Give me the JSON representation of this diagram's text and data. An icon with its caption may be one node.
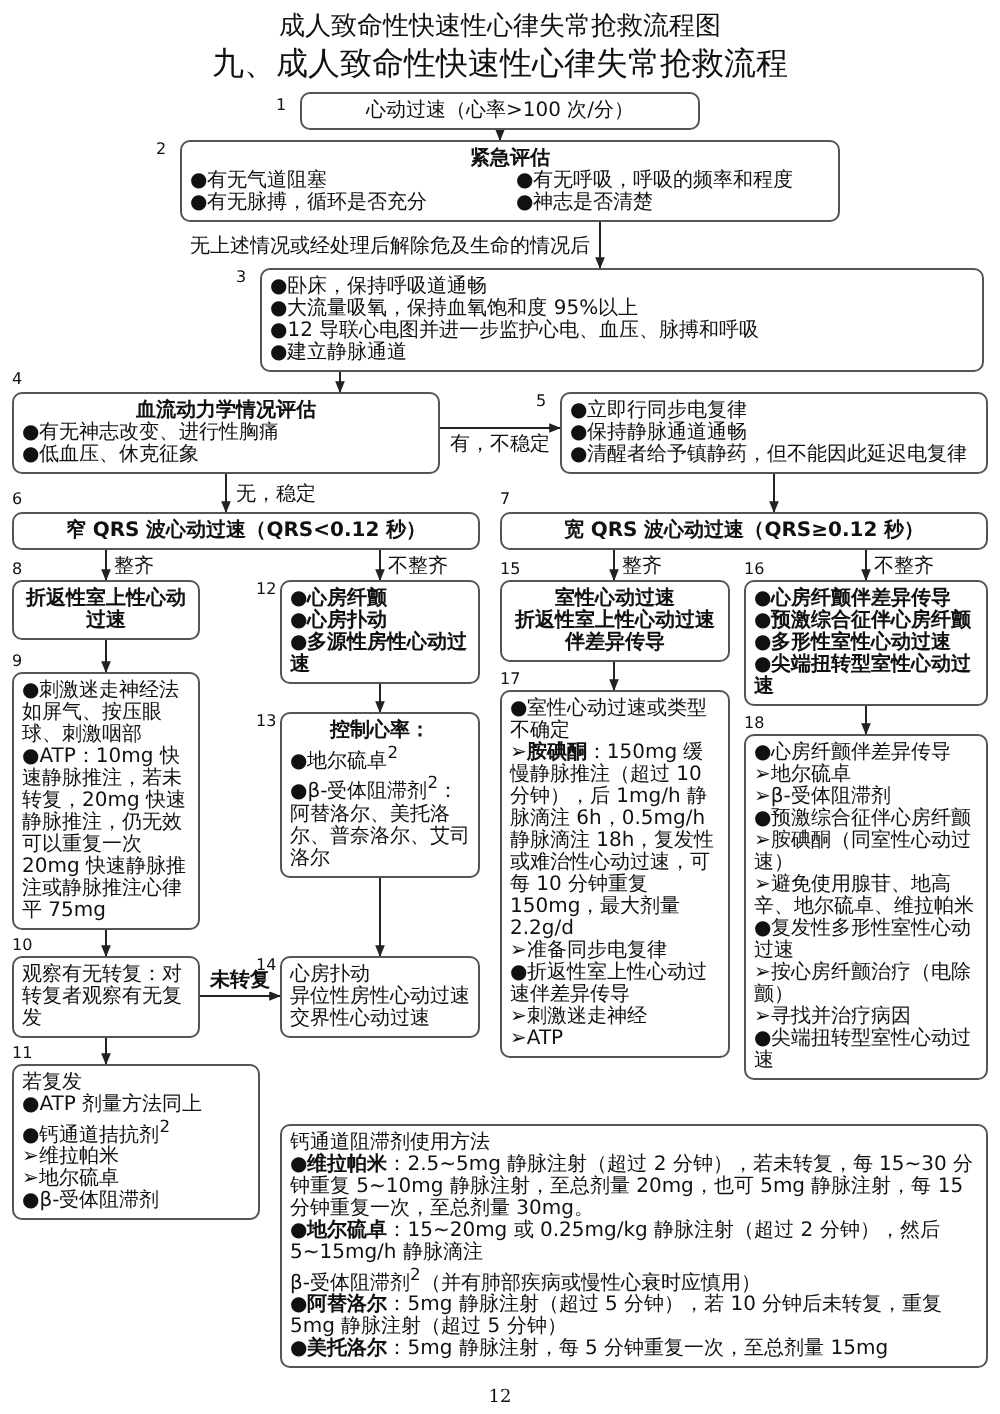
{
  "diagram": {
    "title": "成人致命性快速性心律失常抢救流程图",
    "nodes": [
      {
        "text": [
          "心动过速（心率>100 次/分）"
        ],
        "beside": [
          "1"
        ]
      },
      {
        "text": [
          "紧急评估",
          "●有无气道阻塞",
          "●有无呼吸，呼吸的频率和程度",
          "●有无脉搏，循环是否充分",
          "●神志是否清楚"
        ],
        "beside": [
          "2"
        ]
      },
      {
        "text": [
          "●卧床，保持呼吸道通畅",
          "●大流量吸氧，保持血氧饱和度 95%以上",
          "●12 导联心电图并进一步监护心电、血压、脉搏和呼吸",
          "●建立静脉通道"
        ],
        "beside": [
          "3"
        ]
      },
      {
        "text": [
          "血流动力学情况评估",
          "●有无神志改变、进行性胸痛",
          "●低血压、休克征象"
        ],
        "beside": [
          "4"
        ]
      },
      {
        "text": [
          "●立即行同步电复律",
          "●保持静脉通道通畅",
          "●清醒者给予镇静药，但不能因此延迟电复律"
        ],
        "beside": [
          "5"
        ]
      },
      {
        "text": [
          "窄 QRS 波心动过速（QRS<0.12 秒）"
        ],
        "beside": [
          "6"
        ]
      },
      {
        "text": [
          "宽 QRS 波心动过速（QRS≥0.12 秒）"
        ],
        "beside": [
          "7"
        ]
      },
      {
        "text": [
          "折返性室上性心动过速"
        ],
        "beside": [
          "8"
        ]
      },
      {
        "text": [
          "●心房纤颤",
          "●心房扑动",
          "●多源性房性心动过速"
        ],
        "beside": [
          "12"
        ]
      },
      {
        "text": [
          "室性心动过速",
          "折返性室上性心动过速伴差异传导"
        ],
        "beside": [
          "15"
        ]
      },
      {
        "text": [
          "●心房纤颤伴差异传导",
          "●预激综合征伴心房纤颤",
          "●多形性室性心动过速",
          "●尖端扭转型室性心动过速"
        ],
        "beside": [
          "16"
        ]
      },
      {
        "text": [
          "●刺激迷走神经法如屏气、按压眼球、刺激咽部",
          "●ATP：10mg 快速静脉推注，若未转复，20mg 快速静脉推注，仍无效可以重复一次 20mg 快速静脉推注或静脉推注心律平 75mg"
        ],
        "beside": [
          "9"
        ]
      },
      {
        "text": [
          "控制心率：",
          "●地尔硫卓$^{2}$",
          "●β-受体阻滞剂$^{2}$：阿替洛尔、美托洛尔、普奈洛尔、艾司洛尔"
        ],
        "beside": [
          "13"
        ]
      },
      {
        "text": [
          "●室性心动过速或类型不确定",
          "➢**胺碘酮**：150mg 缓慢静脉推注（超过 10 分钟），后 1mg/h 静脉滴注 6h，0.5mg/h 静脉滴注 18h，复发性或难治性心动过速，可每 10 分钟重复 150mg，最大剂量 2.2g/d",
          "➢准备同步电复律",
          "●折返性室上性心动过速伴差异传导",
          "➢刺激迷走神经",
          "➢ATP"
        ],
        "beside": [
          "17"
        ]
      },
      {
        "text": [
          "●心房纤颤伴差异传导",
          "➢地尔硫卓",
          "➢β-受体阻滞剂",
          "●预激综合征伴心房纤颤",
          "➢胺碘酮（同室性心动过速）",
          "➢避免使用腺苷、地高辛、地尔硫卓、维拉帕米",
          "●复发性多形性室性心动过速",
          "➢按心房纤颤治疗（电除颤）",
          "➢寻找并治疗病因",
          "●尖端扭转型室性心动过速"
        ],
        "beside": [
          "18"
        ]
      },
      {
        "text": [
          "观察有无转复：对转复者观察有无复发"
        ],
        "beside": [
          "10"
        ]
      },
      {
        "text": [
          "心房扑动",
          "异位性房性心动过速",
          "交界性心动过速"
        ],
        "beside": [
          "14"
        ]
      },
      {
        "text": [
          "若复发",
          "●ATP 剂量方法同上",
          "●钙通道拮抗剂$^{2}$",
          "➢维拉帕米",
          "➢地尔硫卓",
          "●β-受体阻滞剂"
        ],
        "beside": [
          "11"
        ]
      },
      {
        "text": [
          "钙通道阻滞剂使用方法",
          "●**维拉帕米**：2.5~5mg 静脉注射（超过 2 分钟），若未转复，每 15~30 分钟重复 5~10mg 静脉注射，至总剂量 20mg，也可 5mg 静脉注射，每 15 分钟重复一次，至总剂量 30mg。",
          "●**地尔硫卓**：15~20mg 或 0.25mg/kg 静脉注射（超过 2 分钟），然后 5~15mg/h 静脉滴注",
          "β-受体阻滞剂$^{2}$（并有肺部疾病或慢性心衰时应慎用）",
          "●**阿替洛尔**：5mg 静脉注射（超过 5 分钟），若 10 分钟后未转复，重复 5mg 静脉注射（超过 5 分钟）",
          "●**美托洛尔**：5mg 静脉注射，每 5 分钟重复一次，至总剂量 15mg"
        ]
      }
    ],
    "edges": [
      {
        "from": 0,
        "to": 1,
        "arrow": "to"
      },
      {
        "from": 1,
        "to": 2,
        "arrow": "to",
        "label": "无上述情况或经处理后解除危及生命的情况后"
      },
      {
        "from": 2,
        "to": 3,
        "arrow": "to"
      },
      {
        "from": 3,
        "to": 4,
        "arrow": "to",
        "label": "有，不稳定"
      },
      {
        "from": 3,
        "to": 5,
        "arrow": "to",
        "label": "无，稳定"
      },
      {
        "from": 4,
        "to": 6,
        "arrow": "to"
      },
      {
        "from": 5,
        "to": 7,
        "arrow": "to",
        "label": "整齐"
      },
      {
        "from": 5,
        "to": 8,
        "arrow": "to",
        "label": "不整齐"
      },
      {
        "from": 6,
        "to": 9,
        "arrow": "to",
        "label": "整齐"
      },
      {
        "from": 6,
        "to": 10,
        "arrow": "to",
        "label": "不整齐"
      },
      {
        "from": 7,
        "to": 11,
        "arrow": "to"
      },
      {
        "from": 8,
        "to": 12,
        "arrow": "to"
      },
      {
        "from": 9,
        "to": 13,
        "arrow": "to"
      },
      {
        "from": 10,
        "to": 14,
        "arrow": "to"
      },
      {
        "from": 11,
        "to": 15,
        "arrow": "to"
      },
      {
        "from": 15,
        "to": 17,
        "arrow": "to"
      },
      {
        "from": 15,
        "to": 16,
        "arrow": "to",
        "label": "未转复"
      },
      {
        "from": 12,
        "to": 16,
        "arrow": "to"
      }
    ],
    "labels": [
      "九、成人致命性快速性心律失常抢救流程",
      "12"
    ]
  }
}
